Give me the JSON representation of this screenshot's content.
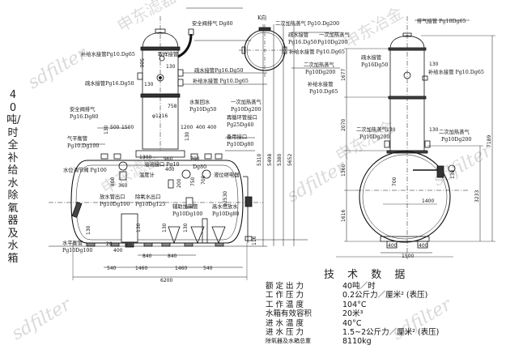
{
  "title": "40吨/时全补给水除氧器及水箱",
  "watermarks": [
    "sdfilter",
    "申东滤器",
    "申东冶金"
  ],
  "left_view": {
    "deaerator_head": {
      "labels": [
        "安全阀排气 Dg80",
        "取样接管",
        "补给水接管Pg10.Dg65",
        "疏水接管Pg16.Dg50",
        "疏水接管Pg16.Dg50",
        "补给水接管 Pg10.Dg65",
        "水泵回水",
        "Pg10Dg50",
        "一次加热蒸气",
        "Pg10Dg200"
      ],
      "dims": [
        "500",
        "130",
        "130",
        "758",
        "φ1216"
      ]
    },
    "tank": {
      "labels": [
        "安全阀排气",
        "Pg16.Dg80",
        "气平衡管",
        "Pg10.Dg100",
        "水位调节阀 Pg100",
        "溢流接口 Pg10",
        "Dg80",
        "温度计",
        "液位继电器",
        "再循环管接口",
        "Pg25Dg40",
        "备用接口",
        "Pg10Dg80",
        "放水管出口",
        "Pg10Dg100",
        "除氧水出口",
        "Pg10Dg125",
        "辅助加热管",
        "Pg10Dg100",
        "高水位放水",
        "Pg10Dg80",
        "水平衡管",
        "Pg10Dg100"
      ],
      "dims": [
        "500",
        "1500",
        "1200",
        "400",
        "400",
        "130",
        "130",
        "1300",
        "960",
        "700",
        "360",
        "800",
        "400",
        "200",
        "750",
        "700",
        "φ2530",
        "130",
        "130",
        "130",
        "130",
        "116",
        "20",
        "20",
        "400",
        "840",
        "840",
        "540",
        "1460",
        "1460",
        "540",
        "6200"
      ],
      "height_dims": [
        "5310",
        "5498",
        "5380",
        "5652"
      ]
    }
  },
  "k_view": {
    "title": "K向",
    "labels": [
      "二次加热蒸气 Pg10.Dg200",
      "疏水接管",
      "Pg16.Dg50",
      "一次加热蒸气",
      "Pg10Dg200",
      "补给水接管 Pg10.Dg65",
      "二次加热蒸气",
      "Pg10Dg200",
      "补给水接管",
      "Pg10.Dg65"
    ]
  },
  "side_view": {
    "labels": [
      "排气接管 Pg10Dg65",
      "疏水接管",
      "Pg16Dg50",
      "补给水接管 Pg10.Dg65",
      "二次加热蒸气",
      "Pg10Dg200",
      "二次加热蒸气",
      "Pg10Dg200"
    ],
    "dims": [
      "130",
      "130",
      "130",
      "1677",
      "2070",
      "1360",
      "1616",
      "700",
      "1400",
      "130",
      "3233",
      "7189",
      "400",
      "400",
      "1500"
    ]
  },
  "tech_data": {
    "title": "技 术 数 据",
    "rows": [
      {
        "key": "额定出力",
        "value": "40吨／时"
      },
      {
        "key": "工作压力",
        "value": "0.2公斤力／厘米² (表压)"
      },
      {
        "key": "工作温度",
        "value": "104°C"
      },
      {
        "key": "水箱有效容积",
        "value": "20米³"
      },
      {
        "key": "进水温度",
        "value": "40°C"
      },
      {
        "key": "进水压力",
        "value": "1.5~2公斤力／厘米² (表压)"
      },
      {
        "key": "除氧器及水箱总重",
        "value": "8110kg"
      }
    ]
  }
}
